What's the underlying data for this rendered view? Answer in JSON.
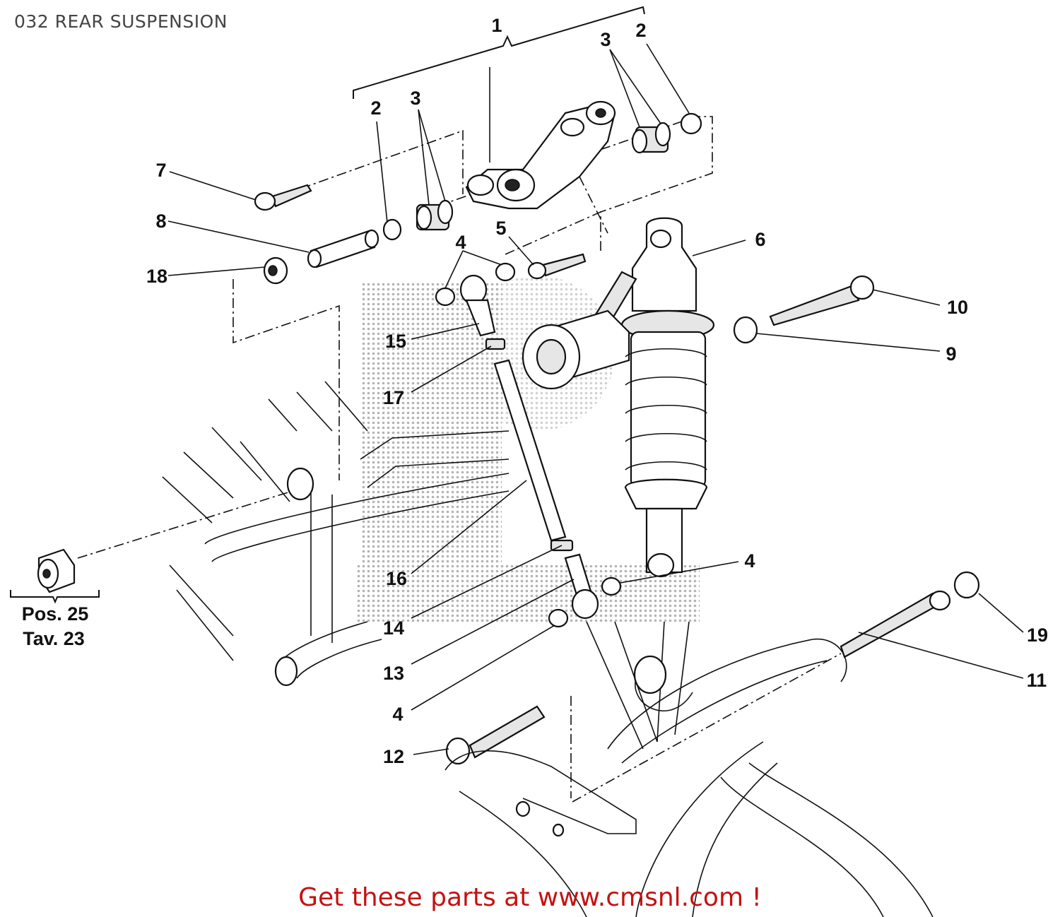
{
  "title": "032 REAR SUSPENSION",
  "footer": "Get these parts at www.cmsnl.com !",
  "reference": {
    "line1": "Pos. 25",
    "line2": "Tav. 23"
  },
  "callouts": [
    "1",
    "2",
    "3",
    "2",
    "3",
    "7",
    "8",
    "18",
    "4",
    "5",
    "6",
    "10",
    "9",
    "15",
    "17",
    "16",
    "14",
    "13",
    "4",
    "4",
    "12",
    "11",
    "19"
  ],
  "colors": {
    "footer_text": "#c41212",
    "title_text": "#444444",
    "ink": "#111111"
  }
}
